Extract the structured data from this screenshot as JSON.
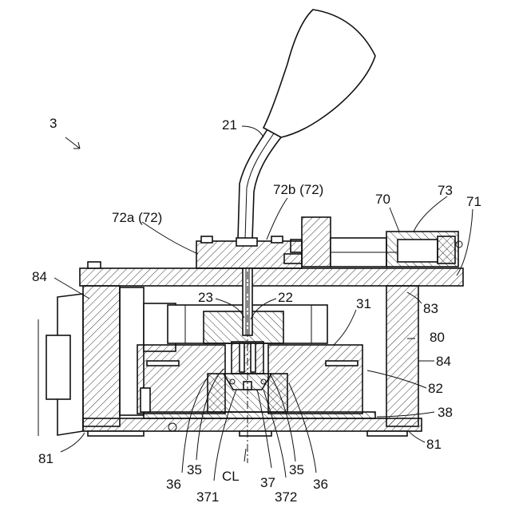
{
  "callouts": [
    {
      "id": "fig",
      "text": "3"
    },
    {
      "id": "cable",
      "text": "21"
    },
    {
      "id": "clamp_b",
      "text": "72b (72)"
    },
    {
      "id": "clamp_a",
      "text": "72a (72)"
    },
    {
      "id": "unit70",
      "text": "70"
    },
    {
      "id": "unit73",
      "text": "73"
    },
    {
      "id": "plate71",
      "text": "71"
    },
    {
      "id": "post84_left",
      "text": "84"
    },
    {
      "id": "p23",
      "text": "23"
    },
    {
      "id": "p22",
      "text": "22"
    },
    {
      "id": "p31",
      "text": "31"
    },
    {
      "id": "p83",
      "text": "83"
    },
    {
      "id": "p80",
      "text": "80"
    },
    {
      "id": "post84_right",
      "text": "84"
    },
    {
      "id": "p82",
      "text": "82"
    },
    {
      "id": "p38",
      "text": "38"
    },
    {
      "id": "p81_right",
      "text": "81"
    },
    {
      "id": "p81_left",
      "text": "81"
    },
    {
      "id": "p36_left",
      "text": "36"
    },
    {
      "id": "p35_left",
      "text": "35"
    },
    {
      "id": "p371",
      "text": "371"
    },
    {
      "id": "cl",
      "text": "CL"
    },
    {
      "id": "p37",
      "text": "37"
    },
    {
      "id": "p372",
      "text": "372"
    },
    {
      "id": "p35_right",
      "text": "35"
    },
    {
      "id": "p36_right",
      "text": "36"
    }
  ]
}
